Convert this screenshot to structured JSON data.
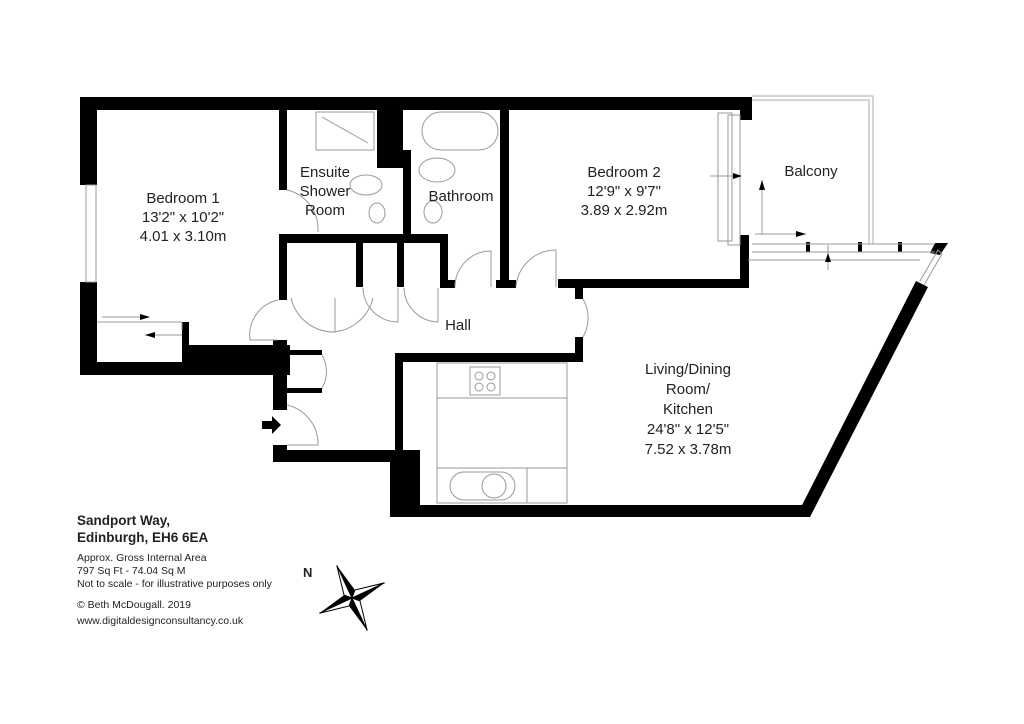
{
  "rooms": [
    {
      "name": "Bedroom 1",
      "imperial": "13'2\" x 10'2\"",
      "metric": "4.01 x 3.10m"
    },
    {
      "name": "Ensuite Shower Room"
    },
    {
      "name": "Bathroom"
    },
    {
      "name": "Bedroom 2",
      "imperial": "12'9\" x 9'7\"",
      "metric": "3.89 x 2.92m"
    },
    {
      "name": "Balcony"
    },
    {
      "name": "Hall"
    },
    {
      "name": "Living/Dining Room/ Kitchen",
      "imperial": "24'8\" x 12'5\"",
      "metric": "7.52 x 3.78m"
    }
  ],
  "labels": {
    "ensuite_l1": "Ensuite",
    "ensuite_l2": "Shower",
    "ensuite_l3": "Room",
    "living_l1": "Living/Dining",
    "living_l2": "Room/",
    "living_l3": "Kitchen"
  },
  "info": {
    "address_line1": "Sandport Way,",
    "address_line2": "Edinburgh, EH6 6EA",
    "area_title": "Approx. Gross Internal Area",
    "area_value": "797 Sq Ft - 74.04 Sq M",
    "disclaimer": "Not to scale - for illustrative purposes only",
    "copyright": "© Beth McDougall. 2019",
    "website": "www.digitaldesignconsultancy.co.uk"
  },
  "compass": {
    "north_label": "N"
  }
}
